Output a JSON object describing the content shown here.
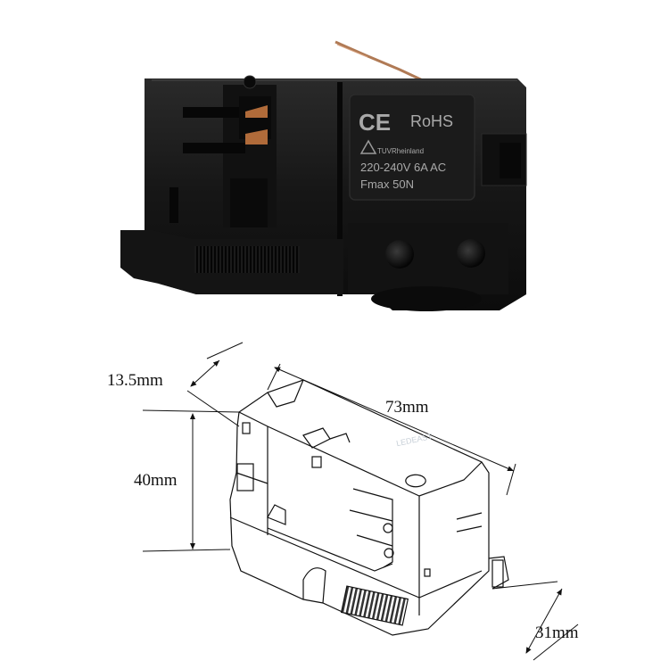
{
  "photo_label": {
    "ce_mark": "CE",
    "rohs": "RoHS",
    "tuv": "TUVRheinland",
    "rating": "220-240V 6A AC",
    "fmax": "Fmax  50N"
  },
  "dimensions": {
    "depth": "13.5mm",
    "length": "73mm",
    "height": "40mm",
    "width": "31mm"
  },
  "watermark": "LEDEAST"
}
